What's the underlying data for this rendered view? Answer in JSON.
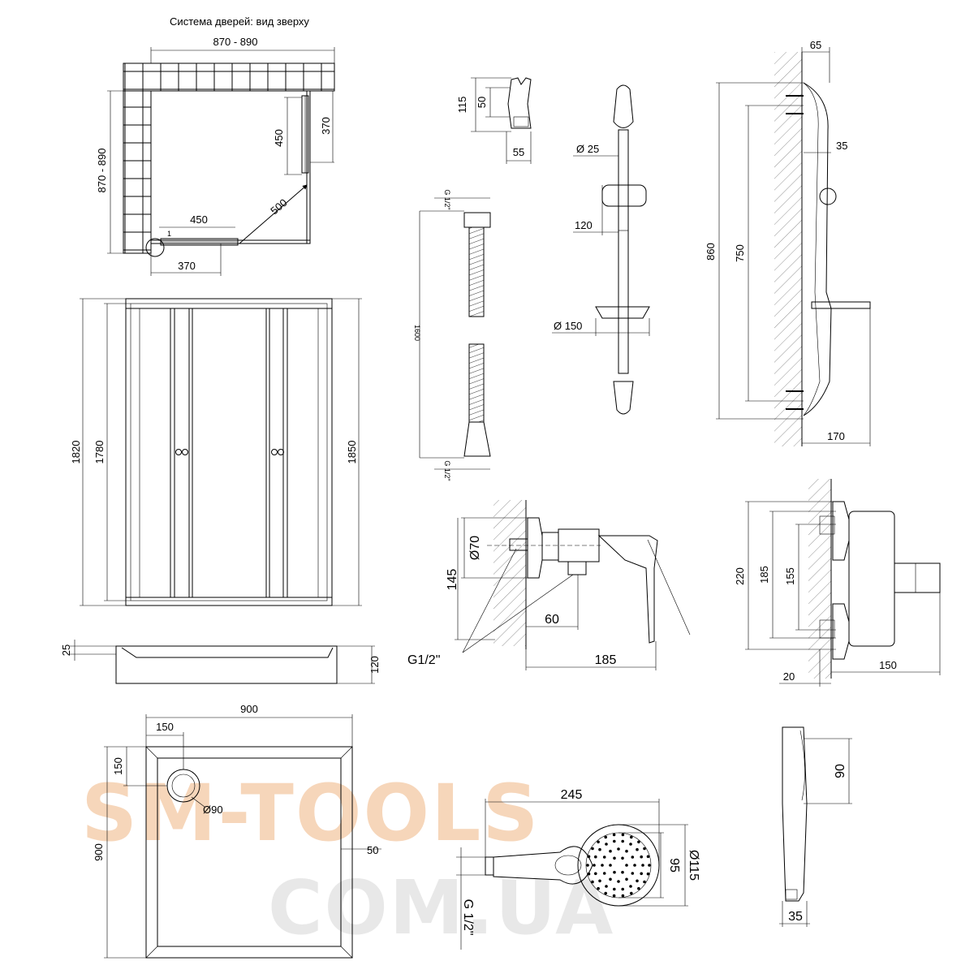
{
  "caption": "Система дверей: вид зверху",
  "top_view": {
    "width": "870 - 890",
    "depth": "870 - 890",
    "side_panel": "370",
    "door_opening": "450",
    "diagonal": "500",
    "front_door": "450",
    "front_panel": "370",
    "label_1": "1",
    "side_door": "450"
  },
  "front_view": {
    "inner_h": "1780",
    "outer_h": "1820",
    "total_h": "1850"
  },
  "tray_side": {
    "rim": "25",
    "height": "120"
  },
  "tray_top": {
    "width": "900",
    "depth": "900",
    "drain_x": "150",
    "drain_y": "150",
    "drain_d": "Ø90",
    "rim": "50"
  },
  "hose": {
    "thread_top": "G 1/2\"",
    "length": "1600",
    "thread_bottom": "G 1/2\""
  },
  "holder": {
    "height": "115",
    "inner": "50",
    "width": "55"
  },
  "rail": {
    "bar_d": "Ø 25",
    "slider": "120",
    "dish_d": "Ø 150",
    "total_h": "860",
    "inner_h": "750",
    "offset_top": "65",
    "offset_mid": "35",
    "depth": "170"
  },
  "mixer_side": {
    "flange_d": "Ø70",
    "height": "145",
    "offset": "60",
    "length": "185",
    "thread": "G1/2\""
  },
  "mixer_front": {
    "h1": "220",
    "h2": "185",
    "h3": "155",
    "gap": "20",
    "depth": "150"
  },
  "handshower": {
    "length": "245",
    "head_d": "Ø115",
    "face_d": "95",
    "thread": "G 1/2\""
  },
  "handshower_side": {
    "head": "90",
    "thickness": "35"
  },
  "watermark": {
    "line1": "SM-TOOLS",
    "line2": "COM.UA",
    "brand_color": "#f5cfae",
    "gray_color": "#c9c9c9"
  }
}
